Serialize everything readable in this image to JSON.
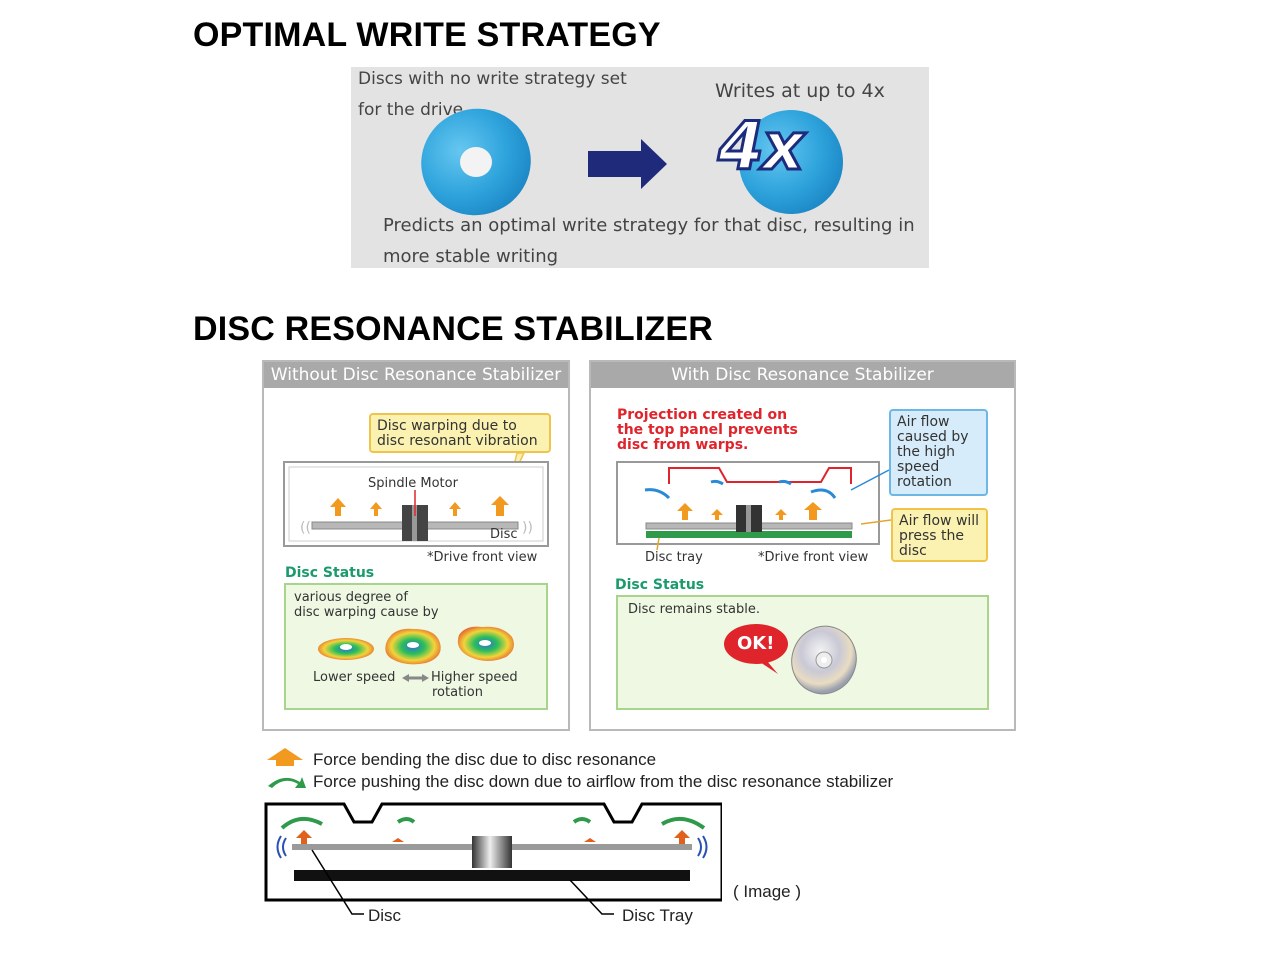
{
  "ows": {
    "heading": "OPTIMAL WRITE STRATEGY",
    "disc_text_line1": "Discs with no write strategy set",
    "disc_text_line2": "for the drive",
    "writes_text": "Writes at up to 4x",
    "badge": "4x",
    "predict_line1": "Predicts an optimal write strategy for that disc, resulting in",
    "predict_line2": "more stable writing"
  },
  "drs": {
    "heading": "DISC RESONANCE STABILIZER",
    "without": {
      "title": "Without Disc Resonance Stabilizer",
      "callout_line1": "Disc warping due to",
      "callout_line2": "disc resonant vibration",
      "spindle": "Spindle Motor",
      "disc": "Disc",
      "front_view": "*Drive front view",
      "status_label": "Disc Status",
      "status_line1": "various degree of",
      "status_line2": "disc warping cause by",
      "lower": "Lower speed",
      "higher_line1": "Higher speed",
      "higher_line2": "rotation"
    },
    "with": {
      "title": "With Disc Resonance Stabilizer",
      "red_line1": "Projection created on",
      "red_line2": "the top panel prevents",
      "red_line3": "disc from warps.",
      "air1_line1": "Air flow",
      "air1_line2": "caused by",
      "air1_line3": "the high",
      "air1_line4": "speed",
      "air1_line5": "rotation",
      "air2_line1": "Air flow will",
      "air2_line2": "press the",
      "air2_line3": "disc",
      "tray": "Disc tray",
      "front_view": "*Drive front view",
      "status_label": "Disc Status",
      "status_text": "Disc remains stable.",
      "ok": "OK!"
    },
    "legend_force": "Force bending the disc due to disc resonance",
    "legend_push": "Force pushing the disc down due to airflow from the disc resonance stabilizer",
    "image_label": "( Image )",
    "label_disc": "Disc",
    "label_tray": "Disc Tray"
  },
  "colors": {
    "disc_blue": "#2ea3dc",
    "arrow_navy": "#202a7a",
    "orange": "#f29a1f",
    "green": "#2e9a4a",
    "red": "#e0242c"
  }
}
